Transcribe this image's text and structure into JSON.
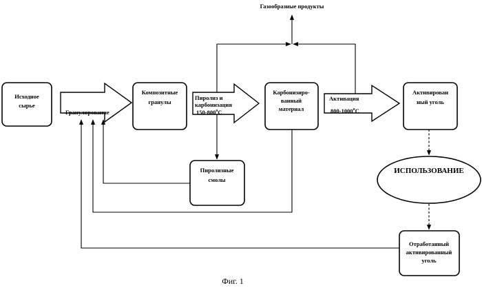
{
  "figure": {
    "caption": "Фиг. 1"
  },
  "nodes": {
    "raw": {
      "line1": "Исходное",
      "line2": "сырье"
    },
    "granules": {
      "line1": "Композитные",
      "line2": "гранулы"
    },
    "carbonized": {
      "line1": "Карбонизиро-",
      "line2": "ванный",
      "line3": "материал"
    },
    "activated": {
      "line1": "Активирован",
      "line2": "ный уголь"
    },
    "tars": {
      "line1": "Пиролизные",
      "line2": "смолы"
    },
    "usage": {
      "label": "ИСПОЛЬЗОВАНИЕ"
    },
    "spent": {
      "line1": "Отработанный",
      "line2": "активированный",
      "line3": "уголь"
    },
    "gas": {
      "label": "Газообразные продукты"
    }
  },
  "steps": {
    "granulation": {
      "label": "Гранулирование"
    },
    "pyrolysis": {
      "line1": "Пиролиз и",
      "line2": "карбонизация",
      "temp": "150-800",
      "sup": "o",
      "unit": "C"
    },
    "activation": {
      "line1": "Активация",
      "temp": "800-1000",
      "sup": "o",
      "unit": "C"
    }
  }
}
